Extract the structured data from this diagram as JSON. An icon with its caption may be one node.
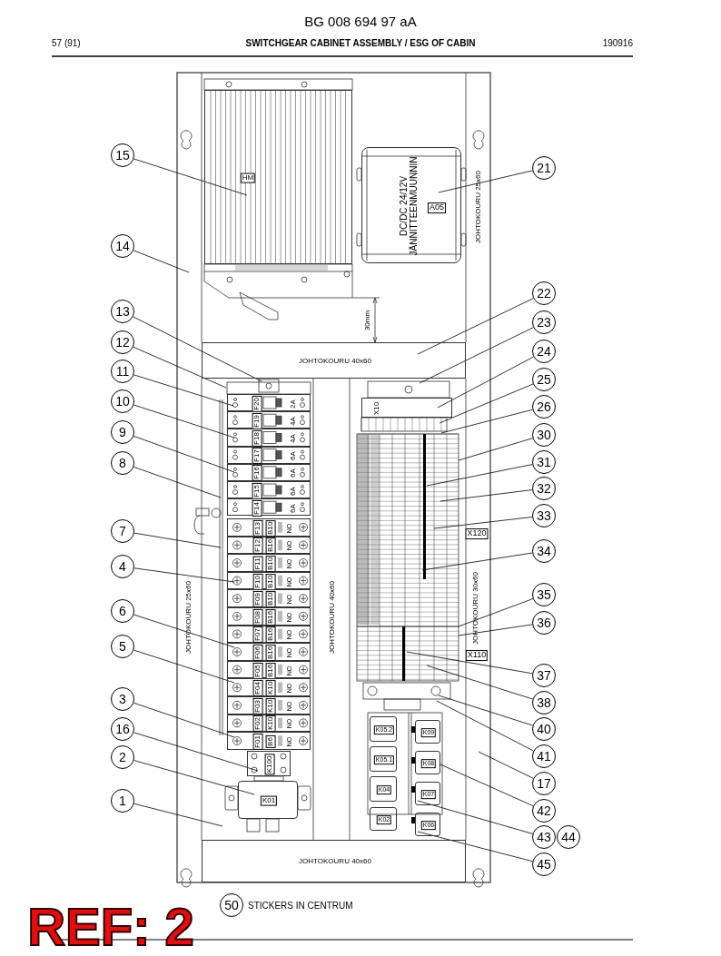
{
  "diagram": {
    "title": "SWITCHGEAR CABINET ASSEMBLY / ESG OF CABIN",
    "nodes": [
      {
        "text": [
          "15"
        ]
      },
      {
        "text": [
          "14"
        ]
      },
      {
        "text": [
          "13"
        ]
      },
      {
        "text": [
          "12"
        ]
      },
      {
        "text": [
          "11"
        ]
      },
      {
        "text": [
          "10"
        ]
      },
      {
        "text": [
          "9"
        ]
      },
      {
        "text": [
          "8"
        ]
      },
      {
        "text": [
          "7"
        ]
      },
      {
        "text": [
          "4"
        ]
      },
      {
        "text": [
          "6"
        ]
      },
      {
        "text": [
          "5"
        ]
      },
      {
        "text": [
          "3"
        ]
      },
      {
        "text": [
          "16"
        ]
      },
      {
        "text": [
          "2"
        ]
      },
      {
        "text": [
          "1"
        ]
      },
      {
        "text": [
          "21"
        ]
      },
      {
        "text": [
          "22"
        ]
      },
      {
        "text": [
          "23"
        ]
      },
      {
        "text": [
          "24"
        ]
      },
      {
        "text": [
          "25"
        ]
      },
      {
        "text": [
          "26"
        ]
      },
      {
        "text": [
          "30"
        ]
      },
      {
        "text": [
          "31"
        ]
      },
      {
        "text": [
          "32"
        ]
      },
      {
        "text": [
          "33"
        ]
      },
      {
        "text": [
          "34"
        ]
      },
      {
        "text": [
          "35"
        ]
      },
      {
        "text": [
          "36"
        ]
      },
      {
        "text": [
          "37"
        ]
      },
      {
        "text": [
          "38"
        ]
      },
      {
        "text": [
          "40"
        ]
      },
      {
        "text": [
          "41"
        ]
      },
      {
        "text": [
          "17"
        ]
      },
      {
        "text": [
          "42"
        ]
      },
      {
        "text": [
          "43"
        ]
      },
      {
        "text": [
          "44"
        ]
      },
      {
        "text": [
          "45"
        ]
      },
      {
        "text": [
          "50"
        ],
        "beside": [
          "STICKERS IN CENTRUM"
        ]
      },
      {
        "text": [
          "HM"
        ]
      },
      {
        "text": [
          "DC/DC 24/12V JÄNNITTEENMUUNNIN",
          "A05"
        ]
      },
      {
        "text": [
          "JOHTOKOURU 40x60"
        ]
      },
      {
        "text": [
          "X10"
        ]
      },
      {
        "text": [
          "F20",
          "2A"
        ]
      },
      {
        "text": [
          "F19",
          "4A"
        ]
      },
      {
        "text": [
          "F18",
          "4A"
        ]
      },
      {
        "text": [
          "F17",
          "6A"
        ]
      },
      {
        "text": [
          "F16",
          "6A"
        ]
      },
      {
        "text": [
          "F15",
          "6A"
        ]
      },
      {
        "text": [
          "F14",
          "6A"
        ]
      },
      {
        "text": [
          "F13",
          "B10",
          "NO"
        ]
      },
      {
        "text": [
          "F12",
          "B16",
          "NO"
        ]
      },
      {
        "text": [
          "F11",
          "B10",
          "NO"
        ]
      },
      {
        "text": [
          "F10",
          "B10",
          "NO"
        ]
      },
      {
        "text": [
          "F09",
          "B10",
          "NO"
        ]
      },
      {
        "text": [
          "F08",
          "B16",
          "NO"
        ]
      },
      {
        "text": [
          "F07",
          "B16",
          "NO"
        ]
      },
      {
        "text": [
          "F06",
          "B16",
          "NO"
        ]
      },
      {
        "text": [
          "F05",
          "B16",
          "NO"
        ]
      },
      {
        "text": [
          "F04",
          "K10",
          "NO"
        ]
      },
      {
        "text": [
          "F03",
          "K10",
          "NO"
        ]
      },
      {
        "text": [
          "F02",
          "K10",
          "NO"
        ]
      },
      {
        "text": [
          "F01",
          "B6",
          "NO"
        ]
      },
      {
        "text": [
          "K100"
        ]
      },
      {
        "text": [
          "K01"
        ]
      },
      {
        "text": [
          "K05.2"
        ]
      },
      {
        "text": [
          "K09"
        ]
      },
      {
        "text": [
          "K05.1"
        ]
      },
      {
        "text": [
          "K08"
        ]
      },
      {
        "text": [
          "K04"
        ]
      },
      {
        "text": [
          "K07"
        ]
      },
      {
        "text": [
          "K02"
        ]
      },
      {
        "text": [
          "K06"
        ]
      },
      {
        "text": [
          "JOHTOKOURU 40x60"
        ]
      }
    ],
    "edges": [
      {
        "from": 0,
        "to": 39,
        "arrow": "none"
      },
      {
        "from": 1,
        "to": null,
        "arrow": "none"
      },
      {
        "from": 2,
        "to": 43,
        "arrow": "none"
      },
      {
        "from": 3,
        "to": 43,
        "arrow": "none"
      },
      {
        "from": 4,
        "to": 43,
        "arrow": "none"
      },
      {
        "from": 5,
        "to": 45,
        "arrow": "none"
      },
      {
        "from": 6,
        "to": 47,
        "arrow": "none"
      },
      {
        "from": 7,
        "to": 49,
        "arrow": "none"
      },
      {
        "from": 8,
        "to": 52,
        "arrow": "none"
      },
      {
        "from": 9,
        "to": 53,
        "arrow": "none"
      },
      {
        "from": 10,
        "to": 57,
        "arrow": "none"
      },
      {
        "from": 11,
        "to": 59,
        "arrow": "none"
      },
      {
        "from": 12,
        "to": 62,
        "arrow": "none"
      },
      {
        "from": 13,
        "to": 63,
        "arrow": "none"
      },
      {
        "from": 14,
        "to": 64,
        "arrow": "none"
      },
      {
        "from": 15,
        "to": null,
        "arrow": "none"
      },
      {
        "from": 16,
        "to": 40,
        "arrow": "none"
      },
      {
        "from": 17,
        "to": 41,
        "arrow": "none"
      },
      {
        "from": 18,
        "to": 41,
        "arrow": "none"
      },
      {
        "from": 19,
        "to": 42,
        "arrow": "none"
      },
      {
        "from": 20,
        "to": 42,
        "arrow": "none"
      },
      {
        "from": 21,
        "to": null,
        "arrow": "none"
      },
      {
        "from": 22,
        "to": null,
        "arrow": "none"
      },
      {
        "from": 23,
        "to": null,
        "arrow": "none"
      },
      {
        "from": 24,
        "to": null,
        "arrow": "none"
      },
      {
        "from": 25,
        "to": null,
        "arrow": "none"
      },
      {
        "from": 26,
        "to": null,
        "arrow": "none"
      },
      {
        "from": 27,
        "to": null,
        "arrow": "none"
      },
      {
        "from": 28,
        "to": null,
        "arrow": "none"
      },
      {
        "from": 29,
        "to": null,
        "arrow": "none"
      },
      {
        "from": 30,
        "to": null,
        "arrow": "none"
      },
      {
        "from": 31,
        "to": null,
        "arrow": "none"
      },
      {
        "from": 32,
        "to": null,
        "arrow": "none"
      },
      {
        "from": 33,
        "to": null,
        "arrow": "none"
      },
      {
        "from": 34,
        "to": 68,
        "arrow": "none"
      },
      {
        "from": 35,
        "to": 70,
        "arrow": "none"
      },
      {
        "from": 37,
        "to": 72,
        "arrow": "none"
      }
    ],
    "labels": [
      "BG 008 694 97 aA",
      "57 (91)",
      "190916",
      "JOHTOKOURU 25x60",
      "30mm",
      "JOHTOKOURU 25x60",
      "JOHTOKOURU 40x60",
      "X120",
      "JOHTOKOURU 30x60",
      "X110",
      "REF: 2"
    ]
  }
}
